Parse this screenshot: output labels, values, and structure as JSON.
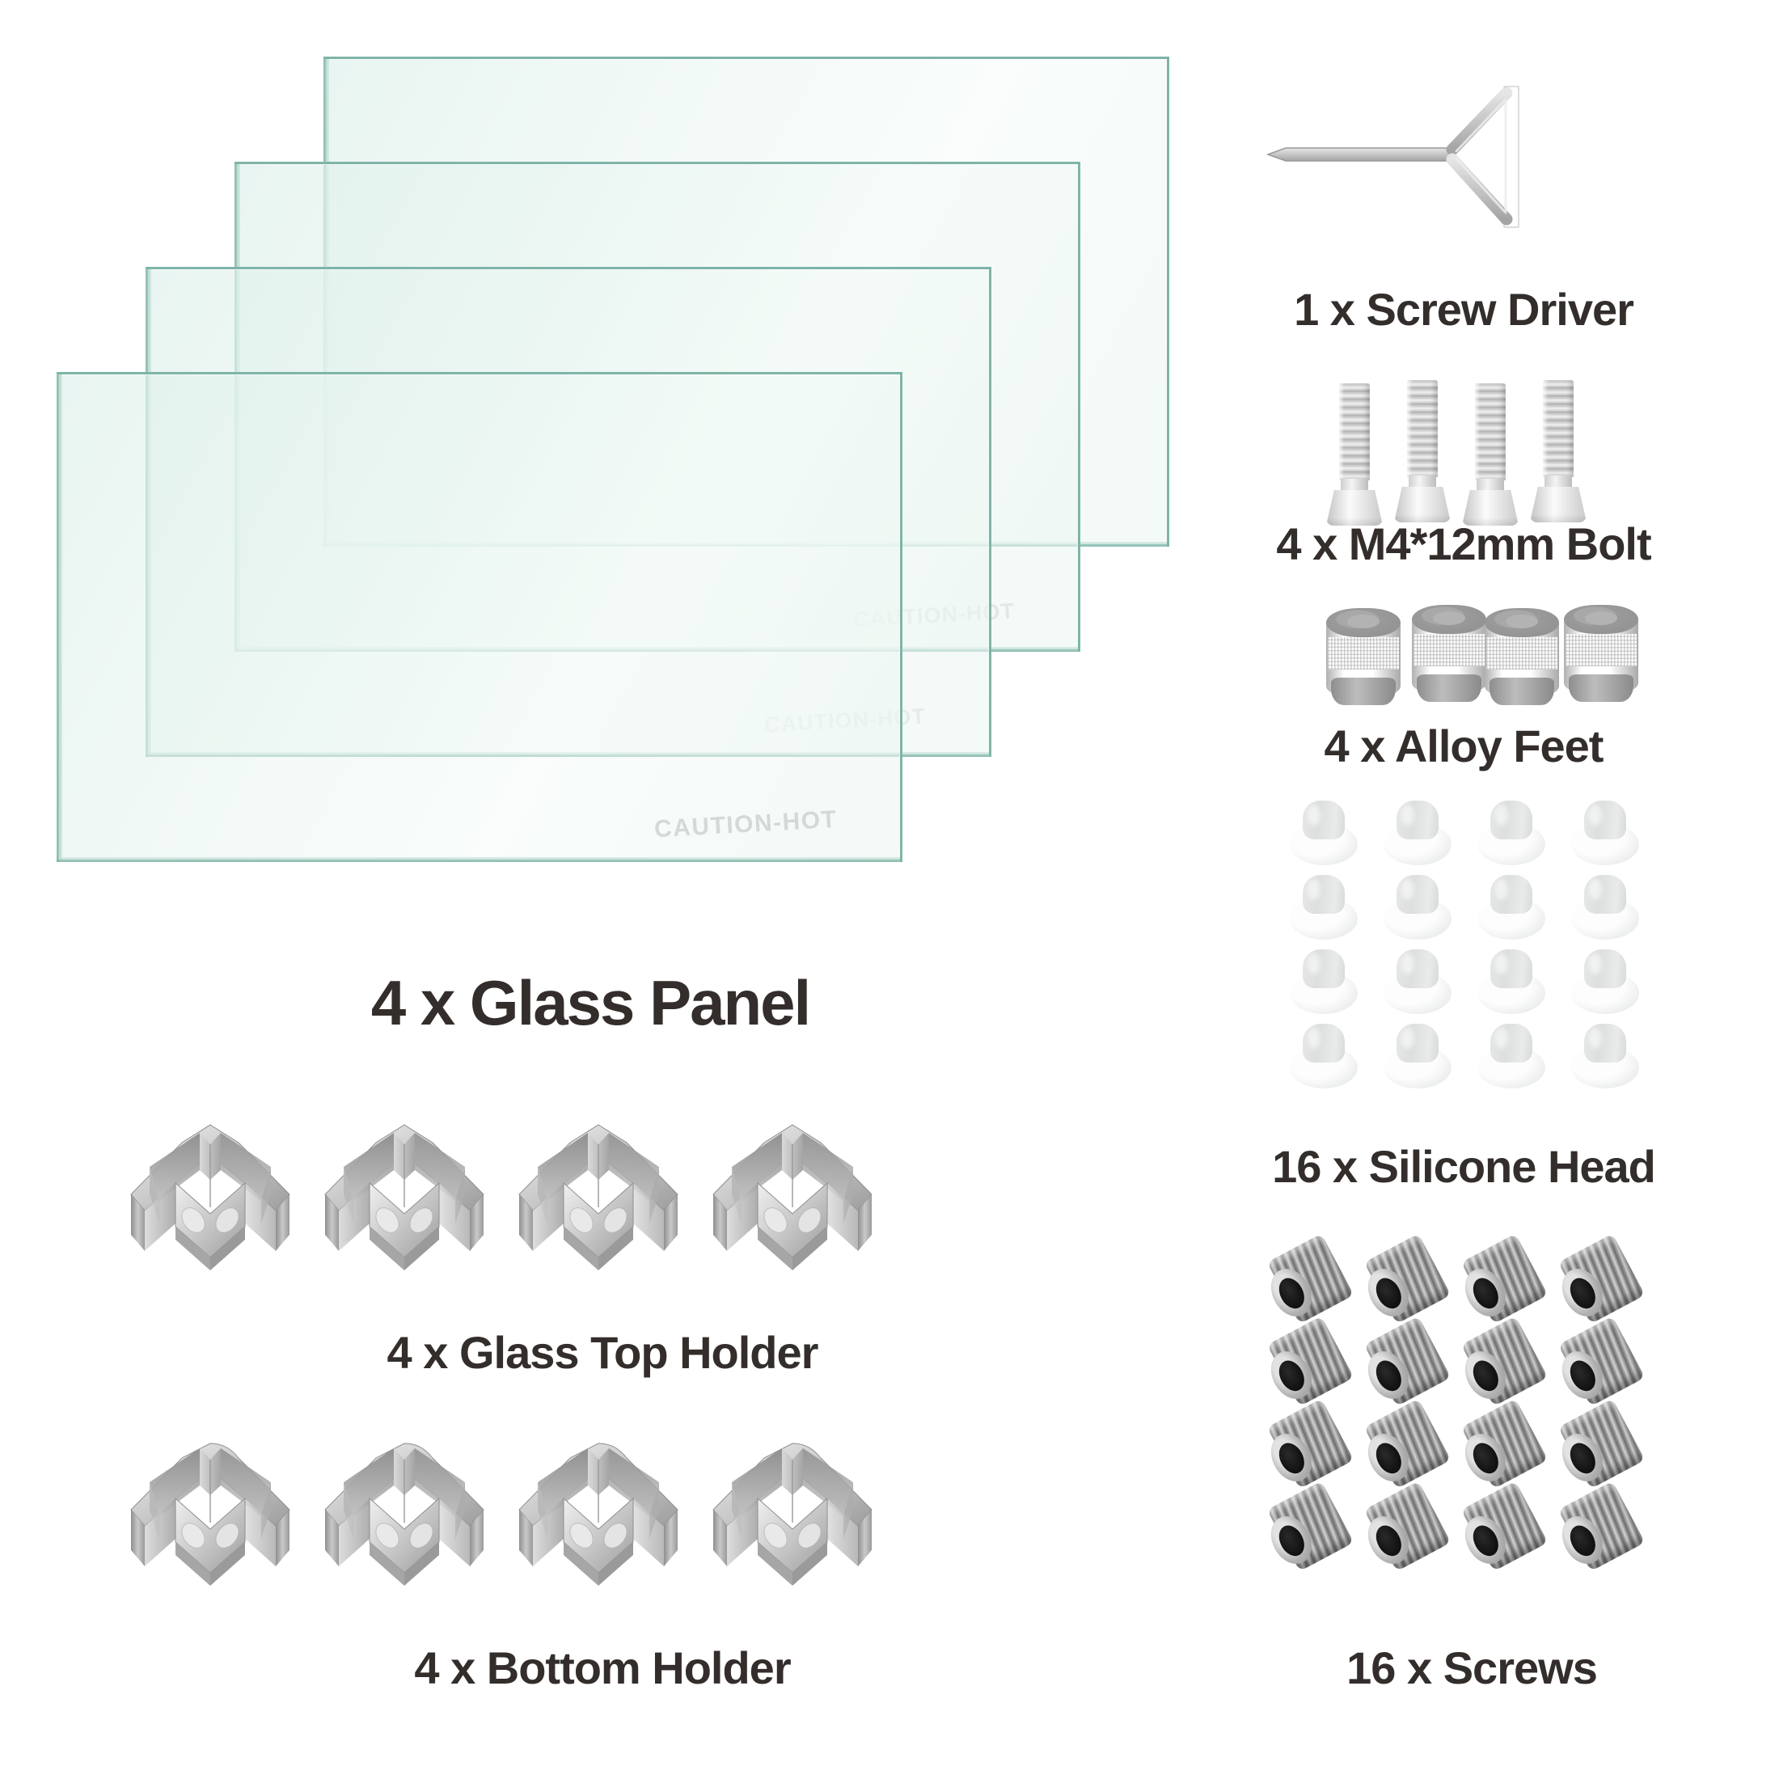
{
  "page": {
    "background": "#ffffff",
    "text_color": "#332e2b",
    "glass_tint": "#7fb4a8",
    "metal_color": "#b4b4b4"
  },
  "parts": {
    "glass_panel": {
      "label": "4 x Glass Panel",
      "count": 4,
      "caution_text": "CAUTION-HOT"
    },
    "screw_driver": {
      "label": "1 x Screw Driver",
      "count": 1
    },
    "bolt": {
      "label": "4 x M4*12mm Bolt",
      "count": 4
    },
    "alloy_feet": {
      "label": "4 x Alloy Feet",
      "count": 4
    },
    "silicone_head": {
      "label": "16 x Silicone Head",
      "count": 16,
      "rows": 4,
      "cols": 4
    },
    "screws": {
      "label": "16 x Screws",
      "count": 16,
      "rows": 4,
      "cols": 4
    },
    "top_holder": {
      "label": "4 x Glass Top Holder",
      "count": 4
    },
    "bottom_holder": {
      "label": "4 x Bottom Holder",
      "count": 4
    }
  }
}
